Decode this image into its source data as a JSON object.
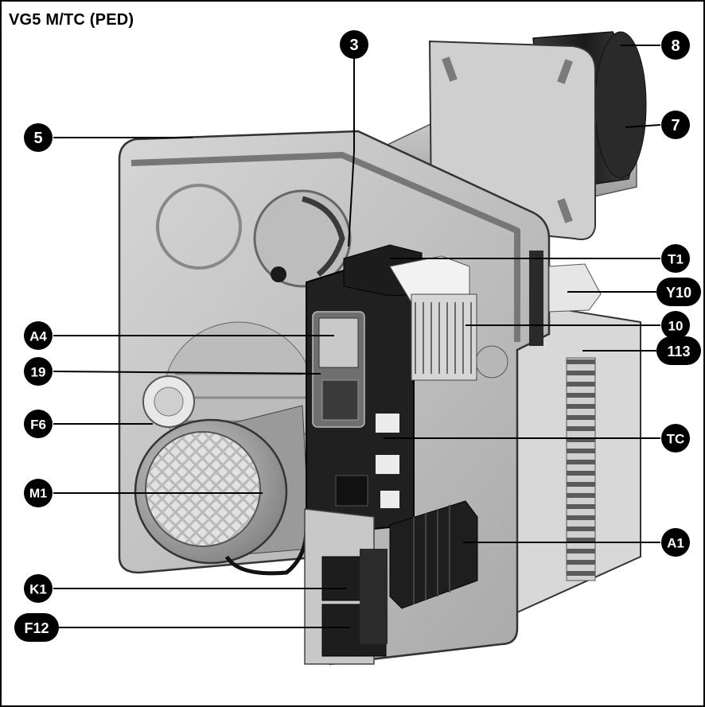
{
  "title": "VG5 M/TC (PED)",
  "callouts": [
    {
      "id": "5",
      "label": "5"
    },
    {
      "id": "3",
      "label": "3"
    },
    {
      "id": "8",
      "label": "8"
    },
    {
      "id": "7",
      "label": "7"
    },
    {
      "id": "T1",
      "label": "T1"
    },
    {
      "id": "Y10",
      "label": "Y10"
    },
    {
      "id": "A4",
      "label": "A4"
    },
    {
      "id": "10",
      "label": "10"
    },
    {
      "id": "113",
      "label": "113"
    },
    {
      "id": "19",
      "label": "19"
    },
    {
      "id": "F6",
      "label": "F6"
    },
    {
      "id": "TC",
      "label": "TC"
    },
    {
      "id": "M1",
      "label": "M1"
    },
    {
      "id": "A1",
      "label": "A1"
    },
    {
      "id": "K1",
      "label": "K1"
    },
    {
      "id": "F12",
      "label": "F12"
    }
  ],
  "colors": {
    "badge": "#000000",
    "badge_text": "#ffffff",
    "metal": "#c9c9c9",
    "dark": "#1e1e1e"
  }
}
